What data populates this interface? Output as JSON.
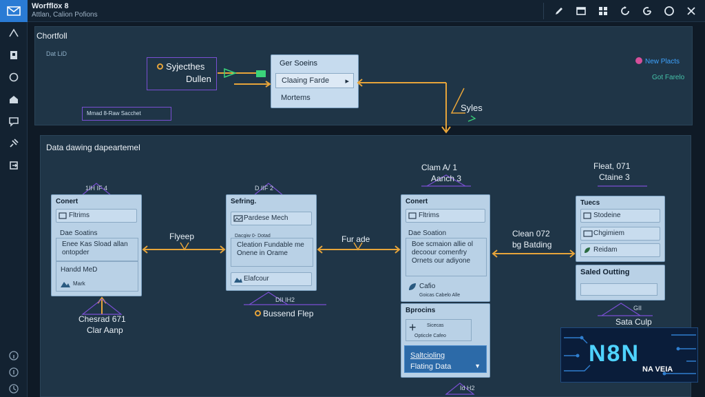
{
  "window": {
    "title": "Worfflo̅x 8",
    "subtitle": "Attlan, Calion Pofions"
  },
  "top_panel": {
    "title": "Chortfoll",
    "corner_label": "Dat LiD",
    "node_subjects_line1": "Syjecthes",
    "node_subjects_line2": "Dullen",
    "small_box_label": "Mmad 8-Raw Sacchet",
    "menu": {
      "title": "Ger Soeins",
      "items": [
        "Claaing Farde",
        "Mortems"
      ]
    },
    "styles_label": "Syles",
    "right_link_1": "New Placts",
    "right_link_2": "Got Farelo"
  },
  "main_panel": {
    "title": "Data dawing dapeartemel",
    "node1": {
      "header_tag": "1IH IF 4",
      "title": "Conert",
      "rows": [
        "Fltrims"
      ],
      "text1": "Dae Soatins",
      "text2": "Enee Kas Sload allan ontopder",
      "bottom_label": "Handd MeD",
      "bottom_sub": "Mark"
    },
    "node2": {
      "header_tag": "D IIF 2",
      "title": "Sefring.",
      "rows": [
        "Pardese Mech"
      ],
      "small_text": "Dacgiw 0- Dotad",
      "text": "Cleation Fundable me Onene in Orame",
      "bottom_row": "Elafcour"
    },
    "node3": {
      "title": "Conert",
      "rows": [
        "Fltrims"
      ],
      "text1": "Dae Soation",
      "text2": "Boe scmaion allie ol decoour comenfry Ornets our adiyone",
      "bottom_label": "Cafio",
      "bottom_sub": "Goicas Cabelo Alle"
    },
    "node4": {
      "title": "Tuecs",
      "rows": [
        "Stodeine",
        "Chgimiem",
        "Reidam"
      ]
    },
    "node5": {
      "title": "Bprocins",
      "sub1": "Sicecas",
      "sub2": "Opticcle Cafeo"
    },
    "node5_footer": {
      "line1": "Saltcioling",
      "line2": "Flating Data"
    },
    "node6": {
      "title": "Saled Outting"
    },
    "labels": {
      "flyeep": "Flyeep",
      "furade": "Fur ade",
      "clean_line1": "Clean 072",
      "clean_line2": "bg Batding",
      "clam_line1": "Clam A/ 1",
      "clam_line2": "Aanch 3",
      "fleat_line1": "Fleat, 071",
      "fleat_line2": "Ctaine 3",
      "chesrad_line1": "Chesrad 671",
      "chesrad_line2": "Clar Aanp",
      "bussend": "Bussend Flep",
      "bussend_tag": "DII IH2",
      "sata_culp": "Sata Culp",
      "sata_tag": "GII",
      "bottom_tag": "Id H2"
    }
  },
  "logo": {
    "main": "N8N",
    "sub": "NA VEIA"
  },
  "colors": {
    "accent": "#e8a53a",
    "purple": "#7a4fd4",
    "node_fill": "#b9d1e6",
    "logo_blue": "#4fd3ff"
  },
  "icons": {
    "toolbar": [
      "pencil-icon",
      "window-icon",
      "grid-icon",
      "refresh-icon",
      "settings-icon",
      "circle-icon",
      "close-icon"
    ],
    "sidebar": [
      "caret-up-icon",
      "key-icon",
      "loop-icon",
      "home-icon",
      "comment-icon",
      "plug-icon",
      "export-icon",
      "info-icon",
      "info-icon",
      "history-icon"
    ]
  }
}
